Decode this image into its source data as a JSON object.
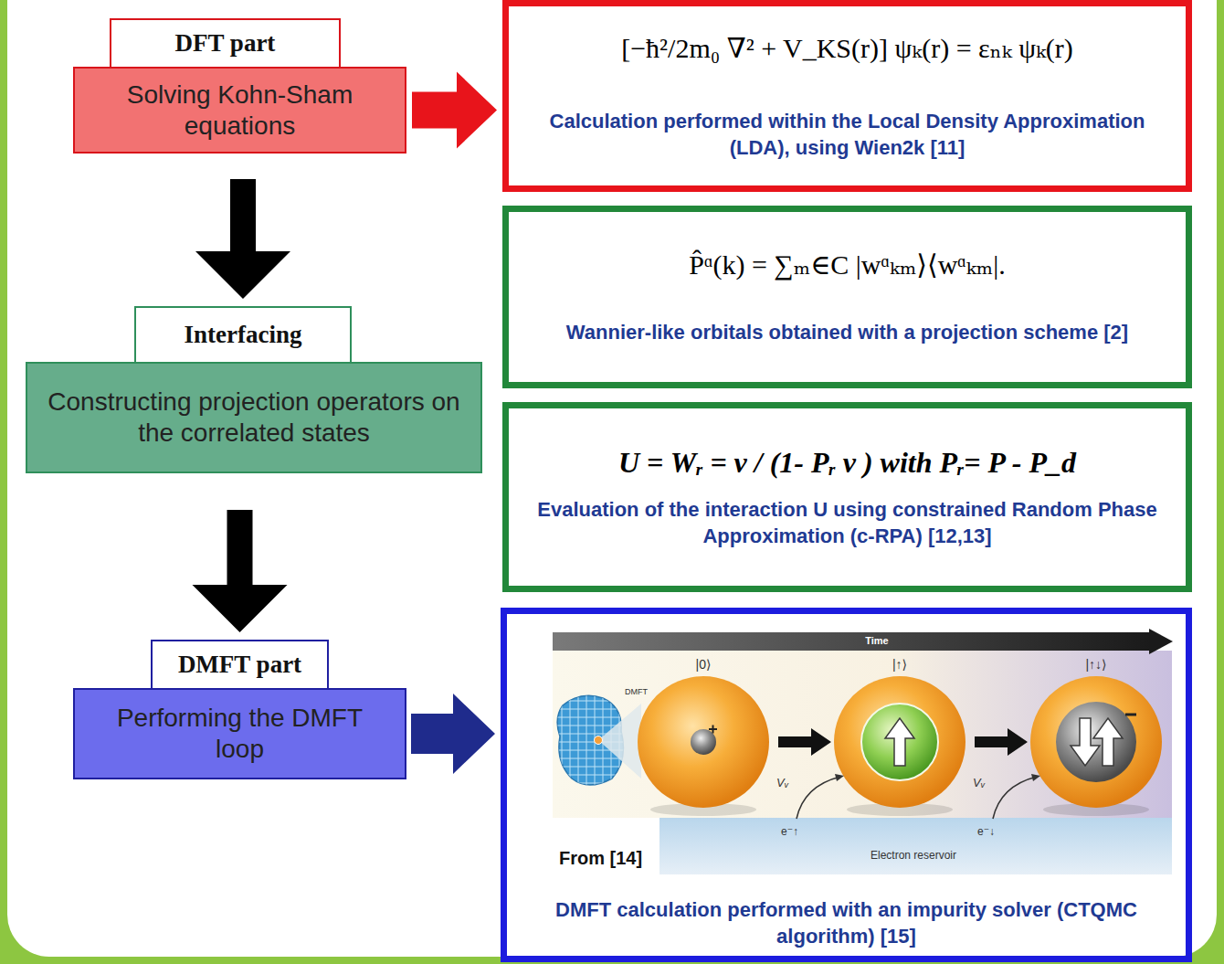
{
  "diagram": {
    "nodes": [
      {
        "text": [
          "DFT part",
          "Solving Kohn-Sham equations"
        ]
      },
      {
        "text": [
          "[−ħ²/2m₀ ∇² + V_KS(r)] ψₖ(r) = εₙₖ ψₖ(r)",
          "Calculation performed within the Local Density Approximation (LDA), using Wien2k [11]"
        ]
      },
      {
        "text": [
          "Interfacing",
          "Constructing projection operators on the correlated states"
        ]
      },
      {
        "text": [
          "P̂ᵅ(k) = ∑ₘ∈C |wᵅₖₘ⟩⟨wᵅₖₘ|.",
          "Wannier-like orbitals obtained with a projection scheme [2]"
        ]
      },
      {
        "text": [
          "U = Wᵣ = v / (1- Pᵣ v ) with Pᵣ= P - P_d",
          "Evaluation of the interaction U using constrained Random Phase Approximation (c-RPA) [12,13]"
        ]
      },
      {
        "text": [
          "DMFT part",
          "Performing the DMFT loop"
        ]
      },
      {
        "text": [
          "From [14]",
          "DMFT calculation performed with an impurity solver (CTQMC algorithm) [15]"
        ]
      }
    ],
    "edges": [
      {
        "from": 0,
        "to": 1,
        "arrow": "to"
      },
      {
        "from": 0,
        "to": 2,
        "arrow": "to"
      },
      {
        "from": 2,
        "to": 5,
        "arrow": "to"
      },
      {
        "from": 5,
        "to": 6,
        "arrow": "to"
      }
    ],
    "labels": [
      "Time",
      "|0⟩",
      "|↑⟩",
      "|↑↓⟩",
      "DMFT",
      "Vᵥ",
      "Vᵥ",
      "e⁻↑",
      "e⁻↓",
      "Electron reservoir"
    ]
  }
}
